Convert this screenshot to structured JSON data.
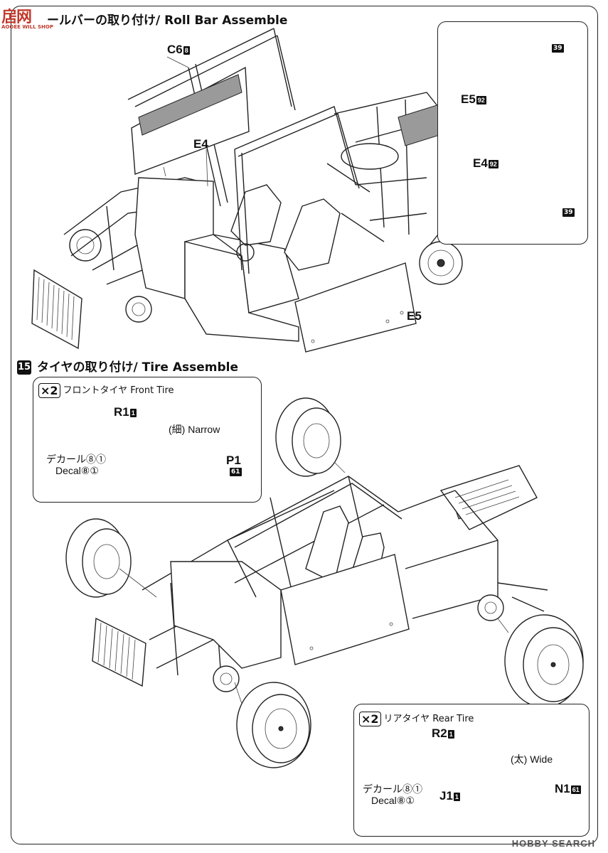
{
  "watermark": {
    "brand": "扂网",
    "sub": "AOOEE WILL SHOP"
  },
  "step14": {
    "title": "ールバーの取り付け/ Roll Bar Assemble"
  },
  "step15": {
    "number": "15",
    "title": "タイヤの取り付け/ Tire Assemble"
  },
  "labels": {
    "c6": "C6",
    "c6_badge": "8",
    "e4_main": "E4",
    "e5_main": "E5",
    "inset_e5": "E5",
    "inset_e5_badge": "92",
    "inset_e4": "E4",
    "inset_e4_badge": "92",
    "decal39_top": "39",
    "decal39_bottom": "39"
  },
  "front_tire": {
    "multiplier": "×2",
    "title": "フロントタイヤ Front Tire",
    "r1": "R1",
    "r1_badge": "1",
    "narrow": "(細) Narrow",
    "decal_jp": "デカール⑧①",
    "decal_en": "Decal⑧①",
    "p1": "P1",
    "p1_badge": "61"
  },
  "rear_tire": {
    "multiplier": "×2",
    "title": "リアタイヤ Rear Tire",
    "r2": "R2",
    "r2_badge": "1",
    "wide": "(太) Wide",
    "decal_jp": "デカール⑧①",
    "decal_en": "Decal⑧①",
    "j1": "J1",
    "j1_badge": "1",
    "n1": "N1",
    "n1_badge": "61"
  },
  "footer": {
    "watermark": "HOBBY SEARCH"
  }
}
